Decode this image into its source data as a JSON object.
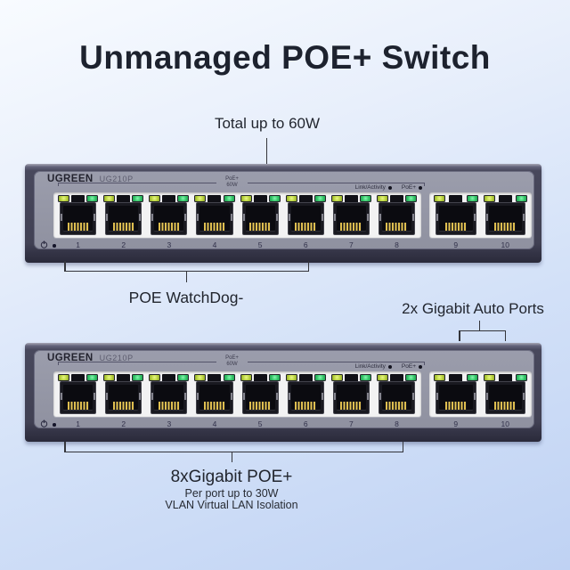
{
  "page": {
    "title": "Unmanaged POE+ Switch"
  },
  "annotations": {
    "total_power": "Total up to 60W",
    "poe_watchdog": "POE WatchDog-",
    "auto_ports": "2x Gigabit Auto Ports",
    "poe_ports_title": "8xGigabit POE+",
    "poe_ports_sub1": "Per port up to 30W",
    "poe_ports_sub2": "VLAN Virtual LAN Isolation"
  },
  "switch": {
    "brand": "UGREEN",
    "model": "UG210P",
    "poe_budget_line1": "PoE+",
    "poe_budget_line2": "60W",
    "led_label_link": "Link/Activity",
    "led_label_poe": "PoE+",
    "poe_port_numbers": [
      "1",
      "2",
      "3",
      "4",
      "5",
      "6",
      "7",
      "8"
    ],
    "uplink_port_numbers": [
      "9",
      "10"
    ]
  },
  "colors": {
    "background_top": "#f8fbff",
    "background_bottom": "#bfd2f3",
    "case": "#414154",
    "face": "#8f91a0",
    "port_band": "#f2f2f3",
    "led_yellow": "#b9d23e",
    "led_green": "#35c468",
    "pin_gold": "#d2ae3c",
    "annotation_line": "#34353b",
    "text_dark": "#1d222e"
  }
}
